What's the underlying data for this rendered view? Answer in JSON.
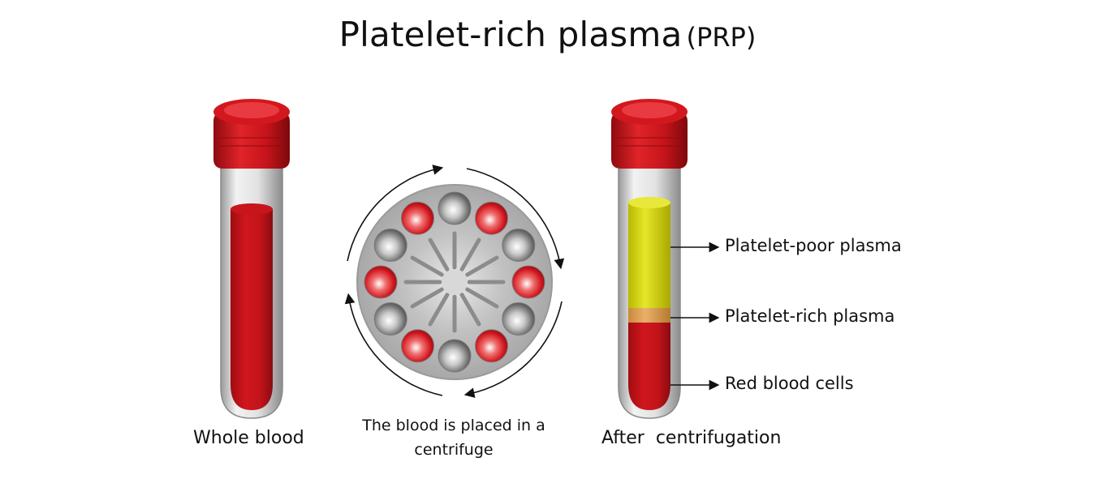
{
  "title": {
    "main": "Platelet-rich plasma",
    "abbr": "(PRP)"
  },
  "panels": {
    "whole_blood": {
      "caption": "Whole blood"
    },
    "centrifuge": {
      "caption_line1": "The blood is placed in a",
      "caption_line2": "centrifuge",
      "tube_count": 12
    },
    "after": {
      "caption": "After  centrifugation"
    }
  },
  "layers": [
    {
      "label": "Platelet-poor plasma",
      "color": "#e0e020"
    },
    {
      "label": "Platelet-rich plasma",
      "color": "#e0a050"
    },
    {
      "label": "Red blood cells",
      "color": "#c8141b"
    }
  ],
  "colors": {
    "cap": "#c8141b",
    "blood": "#c8141b",
    "tube": "#d0d0d0",
    "rotor": "#b5b5b5"
  }
}
